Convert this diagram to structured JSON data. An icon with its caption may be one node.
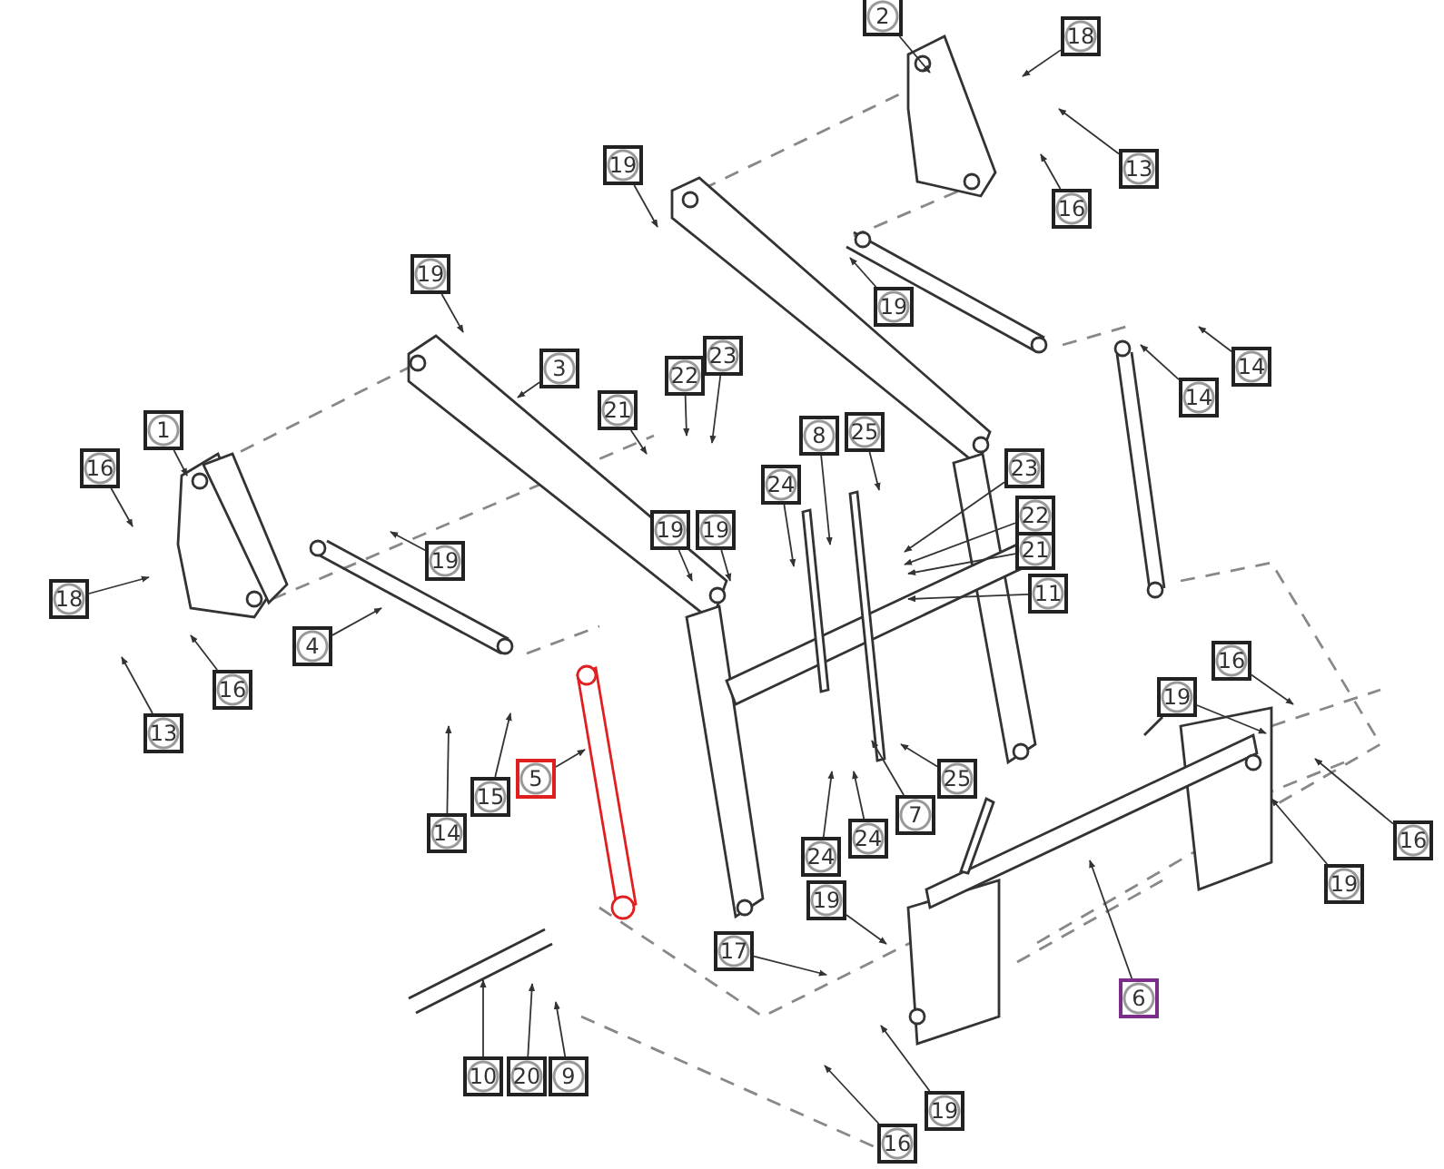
{
  "diagram": {
    "nodes": [
      {
        "text": [
          "1"
        ]
      },
      {
        "text": [
          "2"
        ]
      },
      {
        "text": [
          "3"
        ]
      },
      {
        "text": [
          "4"
        ]
      },
      {
        "text": [
          "5"
        ]
      },
      {
        "text": [
          "6"
        ]
      },
      {
        "text": [
          "7"
        ]
      },
      {
        "text": [
          "8"
        ]
      },
      {
        "text": [
          "9"
        ]
      },
      {
        "text": [
          "10"
        ]
      },
      {
        "text": [
          "11"
        ]
      },
      {
        "text": [
          "13"
        ]
      },
      {
        "text": [
          "13"
        ]
      },
      {
        "text": [
          "14"
        ]
      },
      {
        "text": [
          "14"
        ]
      },
      {
        "text": [
          "14"
        ]
      },
      {
        "text": [
          "15"
        ]
      },
      {
        "text": [
          "16"
        ]
      },
      {
        "text": [
          "16"
        ]
      },
      {
        "text": [
          "16"
        ]
      },
      {
        "text": [
          "16"
        ]
      },
      {
        "text": [
          "16"
        ]
      },
      {
        "text": [
          "16"
        ]
      },
      {
        "text": [
          "17"
        ]
      },
      {
        "text": [
          "18"
        ]
      },
      {
        "text": [
          "18"
        ]
      },
      {
        "text": [
          "19"
        ]
      },
      {
        "text": [
          "19"
        ]
      },
      {
        "text": [
          "19"
        ]
      },
      {
        "text": [
          "19"
        ]
      },
      {
        "text": [
          "19"
        ]
      },
      {
        "text": [
          "19"
        ]
      },
      {
        "text": [
          "19"
        ]
      },
      {
        "text": [
          "19"
        ]
      },
      {
        "text": [
          "19"
        ]
      },
      {
        "text": [
          "19"
        ]
      },
      {
        "text": [
          "20"
        ]
      },
      {
        "text": [
          "21"
        ]
      },
      {
        "text": [
          "21"
        ]
      },
      {
        "text": [
          "22"
        ]
      },
      {
        "text": [
          "22"
        ]
      },
      {
        "text": [
          "23"
        ]
      },
      {
        "text": [
          "23"
        ]
      },
      {
        "text": [
          "24"
        ]
      },
      {
        "text": [
          "24"
        ]
      },
      {
        "text": [
          "24"
        ]
      },
      {
        "text": [
          "25"
        ]
      },
      {
        "text": [
          "25"
        ]
      }
    ],
    "edges": [
      {
        "from": 0,
        "to": null,
        "arrow": "to"
      },
      {
        "from": 1,
        "to": null,
        "arrow": "to"
      },
      {
        "from": 2,
        "to": null,
        "arrow": "to"
      },
      {
        "from": 3,
        "to": null,
        "arrow": "to"
      },
      {
        "from": 4,
        "to": null,
        "arrow": "to"
      },
      {
        "from": 5,
        "to": null,
        "arrow": "to"
      },
      {
        "from": 6,
        "to": null,
        "arrow": "to"
      },
      {
        "from": 7,
        "to": null,
        "arrow": "to"
      },
      {
        "from": 8,
        "to": null,
        "arrow": "to"
      },
      {
        "from": 9,
        "to": null,
        "arrow": "to"
      },
      {
        "from": 10,
        "to": null,
        "arrow": "to"
      },
      {
        "from": 11,
        "to": null,
        "arrow": "to"
      },
      {
        "from": 12,
        "to": null,
        "arrow": "to"
      },
      {
        "from": 13,
        "to": null,
        "arrow": "to"
      },
      {
        "from": 14,
        "to": null,
        "arrow": "to"
      },
      {
        "from": 15,
        "to": null,
        "arrow": "to"
      },
      {
        "from": 16,
        "to": null,
        "arrow": "to"
      },
      {
        "from": 17,
        "to": null,
        "arrow": "to"
      },
      {
        "from": 18,
        "to": null,
        "arrow": "to"
      },
      {
        "from": 19,
        "to": null,
        "arrow": "to"
      },
      {
        "from": 20,
        "to": null,
        "arrow": "to"
      },
      {
        "from": 21,
        "to": null,
        "arrow": "to"
      },
      {
        "from": 22,
        "to": null,
        "arrow": "to"
      },
      {
        "from": 23,
        "to": null,
        "arrow": "to"
      },
      {
        "from": 24,
        "to": null,
        "arrow": "to"
      },
      {
        "from": 25,
        "to": null,
        "arrow": "to"
      },
      {
        "from": 26,
        "to": null,
        "arrow": "to"
      },
      {
        "from": 27,
        "to": null,
        "arrow": "to"
      },
      {
        "from": 28,
        "to": null,
        "arrow": "to"
      },
      {
        "from": 29,
        "to": null,
        "arrow": "to"
      },
      {
        "from": 30,
        "to": null,
        "arrow": "to"
      },
      {
        "from": 31,
        "to": null,
        "arrow": "to"
      },
      {
        "from": 32,
        "to": null,
        "arrow": "to"
      },
      {
        "from": 33,
        "to": null,
        "arrow": "to"
      },
      {
        "from": 34,
        "to": null,
        "arrow": "to"
      },
      {
        "from": 35,
        "to": null,
        "arrow": "to"
      },
      {
        "from": 36,
        "to": null,
        "arrow": "to"
      },
      {
        "from": 37,
        "to": null,
        "arrow": "to"
      },
      {
        "from": 38,
        "to": null,
        "arrow": "to"
      },
      {
        "from": 39,
        "to": null,
        "arrow": "to"
      },
      {
        "from": 40,
        "to": null,
        "arrow": "to"
      },
      {
        "from": 41,
        "to": null,
        "arrow": "to"
      },
      {
        "from": 42,
        "to": null,
        "arrow": "to"
      },
      {
        "from": 43,
        "to": null,
        "arrow": "to"
      },
      {
        "from": 44,
        "to": null,
        "arrow": "to"
      },
      {
        "from": 45,
        "to": null,
        "arrow": "to"
      },
      {
        "from": 46,
        "to": null,
        "arrow": "to"
      },
      {
        "from": 47,
        "to": null,
        "arrow": "to"
      }
    ]
  }
}
